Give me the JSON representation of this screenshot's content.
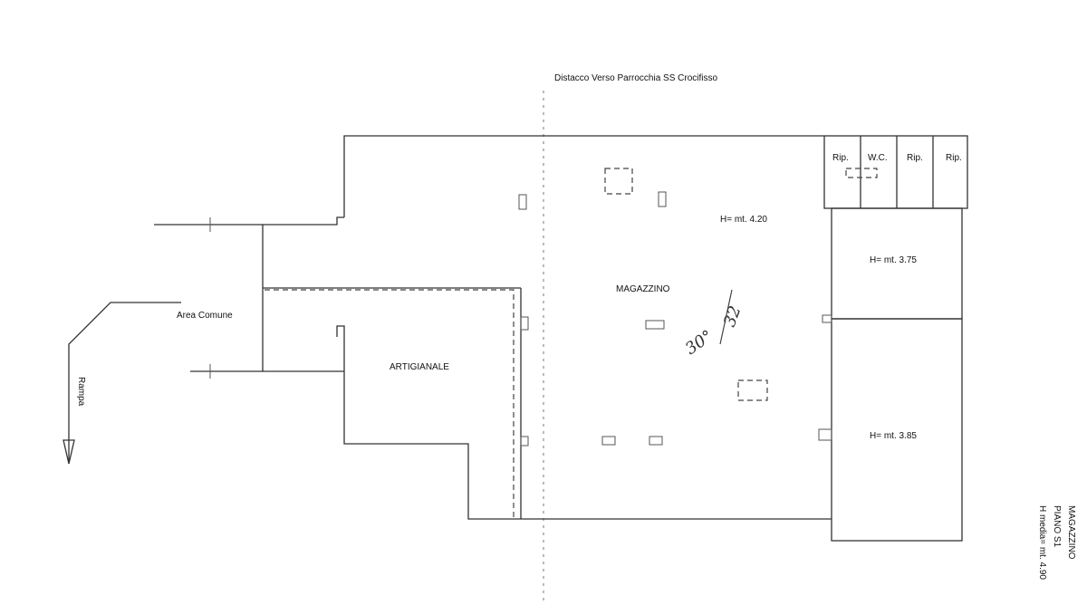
{
  "title": "Distacco Verso Parrocchia SS Crocifisso",
  "rooms": {
    "rip1": "Rip.",
    "wc": "W.C.",
    "rip2": "Rip.",
    "rip3": "Rip.",
    "magazzino": "MAGAZZINO",
    "artigianale": "ARTIGIANALE",
    "area_comune": "Area Comune"
  },
  "heights": {
    "main": "H= mt. 4.20",
    "room_upper_right": "H= mt. 3.75",
    "room_lower_right": "H= mt. 3.85"
  },
  "rampa": "Rampa",
  "handwritten": {
    "note1": "30°",
    "note2": "32"
  },
  "legend": {
    "line1": "MAGAZZINO",
    "line2": "PIANO S1",
    "line3": "H media= mt. 4.90"
  }
}
